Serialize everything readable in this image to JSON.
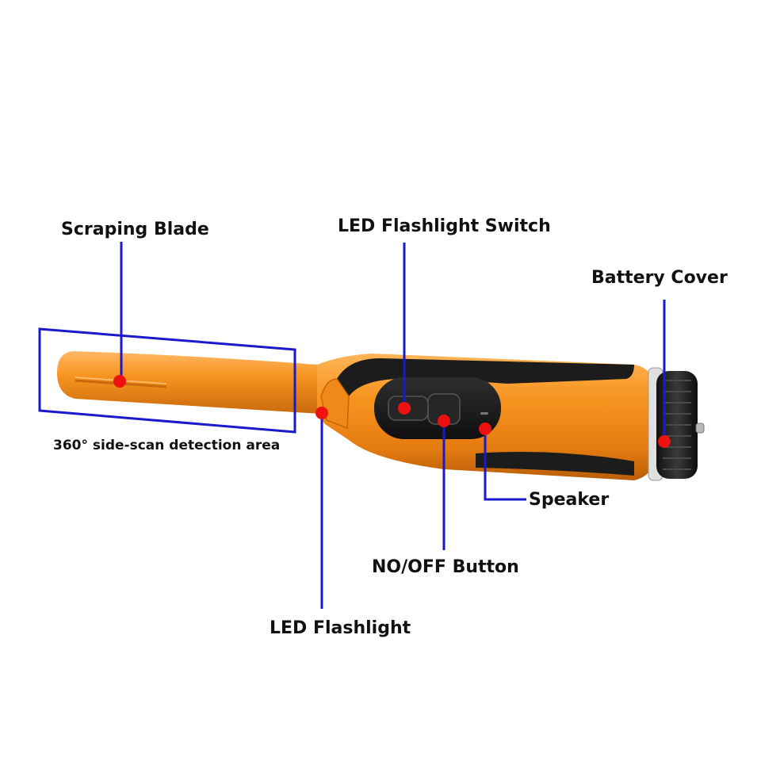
{
  "labels": {
    "scraping_blade": "Scraping Blade",
    "led_flashlight_switch": "LED Flashlight Switch",
    "battery_cover": "Battery Cover",
    "scan_area": "360° side-scan detection area",
    "speaker": "Speaker",
    "on_off_button": "NO/OFF Button",
    "led_flashlight": "LED Flashlight"
  },
  "colors": {
    "body_orange": "#f28a1c",
    "grip_black": "#1c1c1c",
    "leader_blue": "#1a1acc",
    "marker_red": "#ee1111"
  }
}
